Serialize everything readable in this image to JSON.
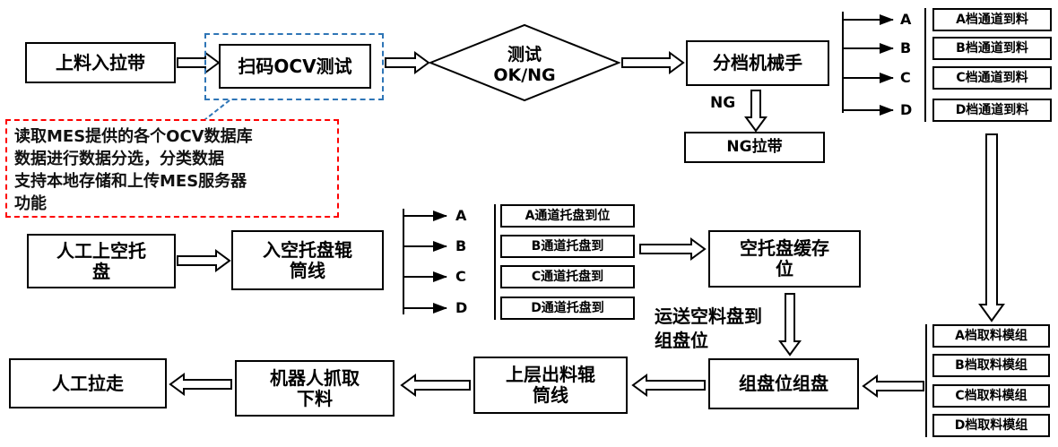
{
  "colors": {
    "line": "#000000",
    "note_border": "#fe0000",
    "callout_border": "#2e75b6",
    "background": "#ffffff"
  },
  "nodes": {
    "feed_belt": "上料入拉带",
    "ocv_scan": "扫码OCV测试",
    "decision": "测试\nOK/NG",
    "sorting_robot": "分档机械手",
    "ng_label": "NG",
    "ng_belt": "NG拉带",
    "manual_tray": "人工上空托\n盘",
    "empty_tray_roller": "入空托盘辊\n筒线",
    "tray_buffer": "空托盘缓存\n位",
    "transfer_label": "运送空料盘到\n组盘位",
    "assemble": "组盘位组盘",
    "upper_output": "上层出料辊\n筒线",
    "robot_pick": "机器人抓取\n下料",
    "manual_pull": "人工拉走"
  },
  "note": "读取MES提供的各个OCV数据库\n数据进行数据分选，分类数据\n支持本地存储和上传MES服务器\n功能",
  "branch_letters": [
    "A",
    "B",
    "C",
    "D"
  ],
  "top_channels": [
    "A档通道到料",
    "B档通道到料",
    "C档通道到料",
    "D档通道到料"
  ],
  "mid_channels": [
    "A通道托盘到位",
    "B通道托盘到",
    "C通道托盘到",
    "D通道托盘到"
  ],
  "pick_modules": [
    "A档取料模组",
    "B档取料模组",
    "C档取料模组",
    "D档取料模组"
  ]
}
